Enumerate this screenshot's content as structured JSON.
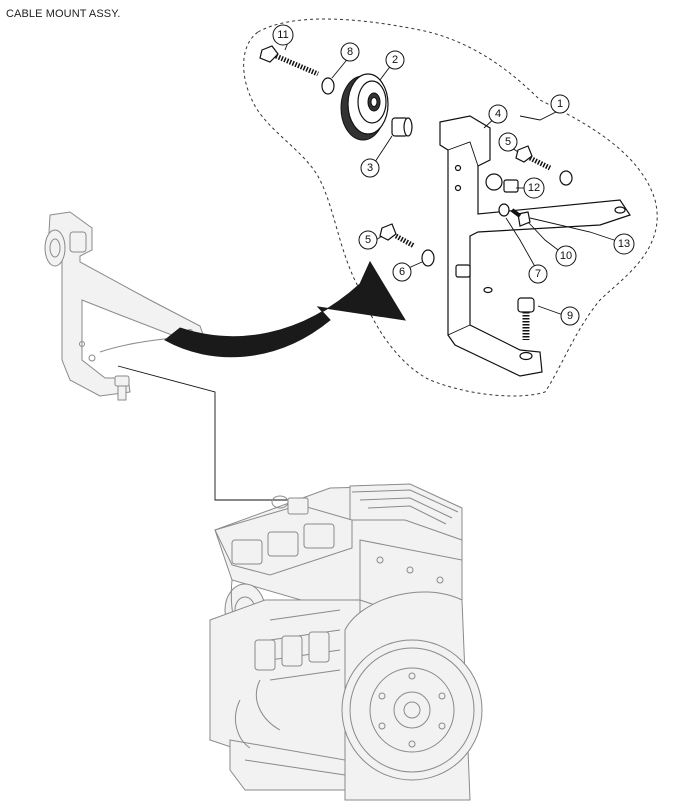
{
  "title": "CABLE MOUNT ASSY.",
  "callouts": [
    {
      "number": "1"
    },
    {
      "number": "2"
    },
    {
      "number": "3"
    },
    {
      "number": "4"
    },
    {
      "number": "5"
    },
    {
      "number": "5"
    },
    {
      "number": "6"
    },
    {
      "number": "7"
    },
    {
      "number": "8"
    },
    {
      "number": "9"
    },
    {
      "number": "10"
    },
    {
      "number": "11"
    },
    {
      "number": "12"
    },
    {
      "number": "13"
    }
  ]
}
